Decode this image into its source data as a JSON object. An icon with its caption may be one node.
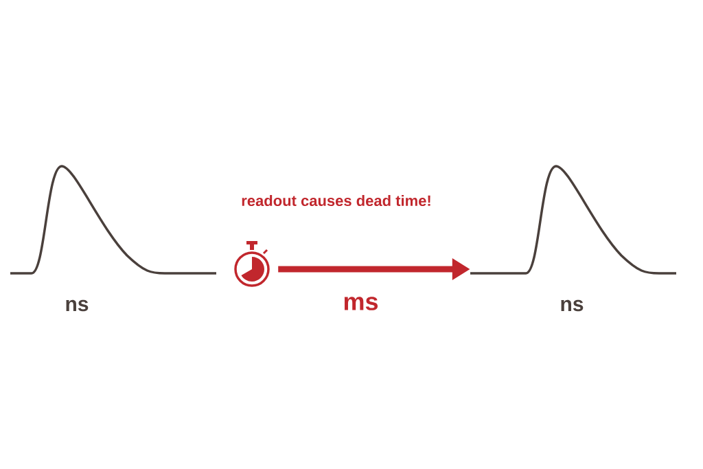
{
  "diagram": {
    "nodes": [
      {
        "text": [],
        "shape": "pulse",
        "beside": [
          "ns"
        ]
      },
      {
        "text": [],
        "shape": "stopwatch"
      },
      {
        "text": [],
        "shape": "pulse",
        "beside": [
          "ns"
        ]
      }
    ],
    "edges": [
      {
        "from": 1,
        "to": 2,
        "arrow": "to",
        "label": "ms"
      }
    ],
    "labels": [
      "readout causes dead time!"
    ]
  }
}
